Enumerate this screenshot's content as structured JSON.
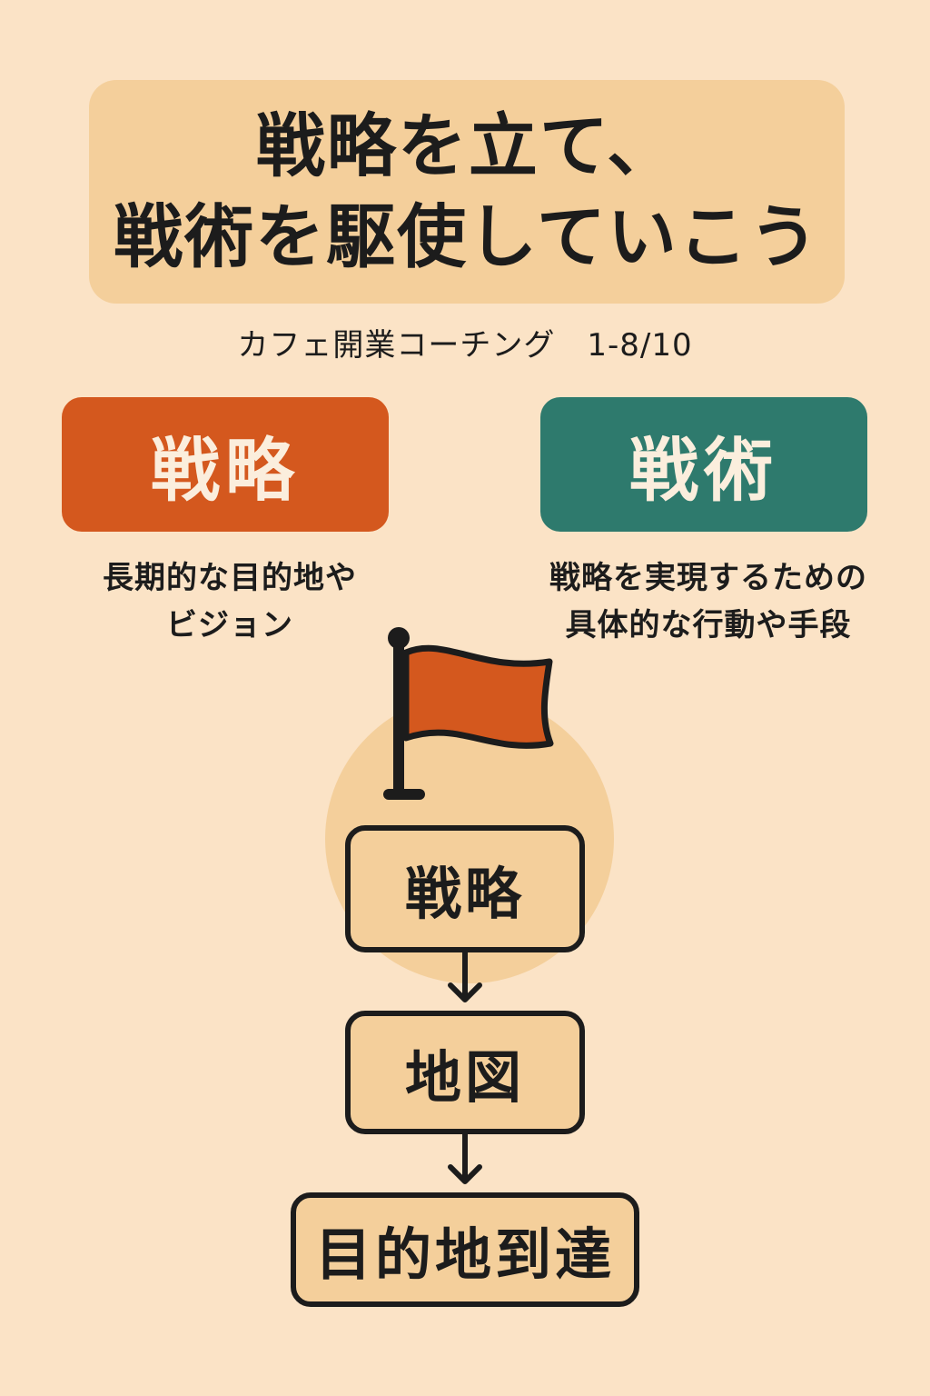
{
  "title": {
    "line1": "戦略を立て、",
    "line2": "戦術を駆使していこう"
  },
  "subtitle": "カフェ開業コーチング　1-8/10",
  "strategy": {
    "label": "戦略",
    "description_line1": "長期的な目的地や",
    "description_line2": "ビジョン"
  },
  "tactics": {
    "label": "戦術",
    "description_line1": "戦略を実現するための",
    "description_line2": "具体的な行動や手段"
  },
  "flow": {
    "step1": "戦略",
    "step2": "地図",
    "step3": "目的地到達"
  },
  "colors": {
    "background": "#fbe3c6",
    "panel": "#f4cf9b",
    "strategy_accent": "#d4581e",
    "tactics_accent": "#2e7a6d",
    "ink": "#1c1c1c"
  },
  "icons": {
    "flag": "flag-icon",
    "arrow": "arrow-down-icon"
  }
}
